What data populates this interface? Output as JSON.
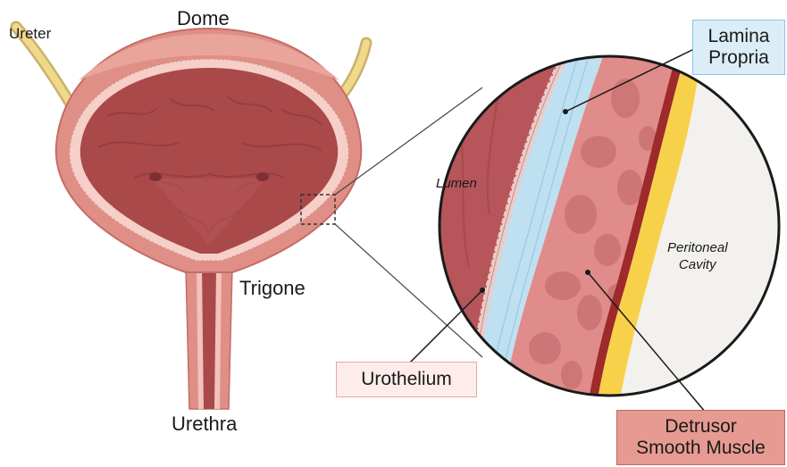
{
  "labels": {
    "dome": "Dome",
    "ureter": "Ureter",
    "trigone": "Trigone",
    "urethra": "Urethra",
    "lumen": "Lumen",
    "peritoneal_cavity": [
      "Peritoneal",
      "Cavity"
    ],
    "lamina_propria": [
      "Lamina",
      "Propria"
    ],
    "urothelium": "Urothelium",
    "detrusor": [
      "Detrusor",
      "Smooth Muscle"
    ]
  },
  "colors": {
    "bladder_wall": "#df8f86",
    "bladder_inner": "#a9494a",
    "lumen": "#b6555a",
    "ureter": "#f0d98a",
    "lamina_propria": "#bfe0f0",
    "detrusor": "#e08c8a",
    "serosa_fat": "#f7d14a",
    "peritoneal_cavity": "#f3f1ee"
  }
}
